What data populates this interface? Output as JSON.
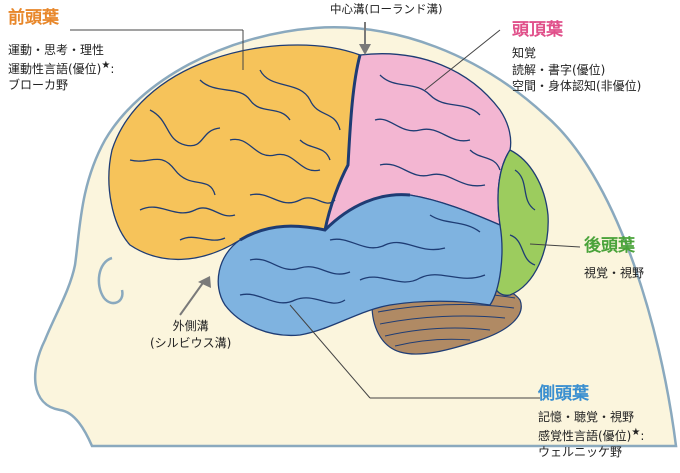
{
  "frontal": {
    "title": "前頭葉",
    "line1": "運動・思考・理性",
    "line2": "運動性言語(優位)",
    "star": "★",
    "colon": ":",
    "line3": "ブローカ野",
    "color": "#f6c35a",
    "title_color": "#e8872a"
  },
  "central_sulcus": {
    "label": "中心溝(ローランド溝)"
  },
  "parietal": {
    "title": "頭頂葉",
    "line1": "知覚",
    "line2": "読解・書字(優位)",
    "line3": "空間・身体認知(非優位)",
    "color": "#f3b6d2",
    "title_color": "#e0508a"
  },
  "occipital": {
    "title": "後頭葉",
    "line1": "視覚・視野",
    "color": "#9ccc5e",
    "title_color": "#4aa33a"
  },
  "temporal": {
    "title": "側頭葉",
    "line1": "記憶・聴覚・視野",
    "line2": "感覚性言語(優位)",
    "star": "★",
    "colon": ":",
    "line3": "ウェルニッケ野",
    "color": "#7fb3e0",
    "title_color": "#3a8fd0"
  },
  "lateral_sulcus": {
    "line1": "外側溝",
    "line2": "(シルビウス溝)"
  },
  "colors": {
    "head_fill": "#fbf5dd",
    "head_stroke": "#8aa9be",
    "cerebellum": "#b08a64",
    "sulcus": "#1e3c74",
    "pointer": "#7a7a7a"
  }
}
